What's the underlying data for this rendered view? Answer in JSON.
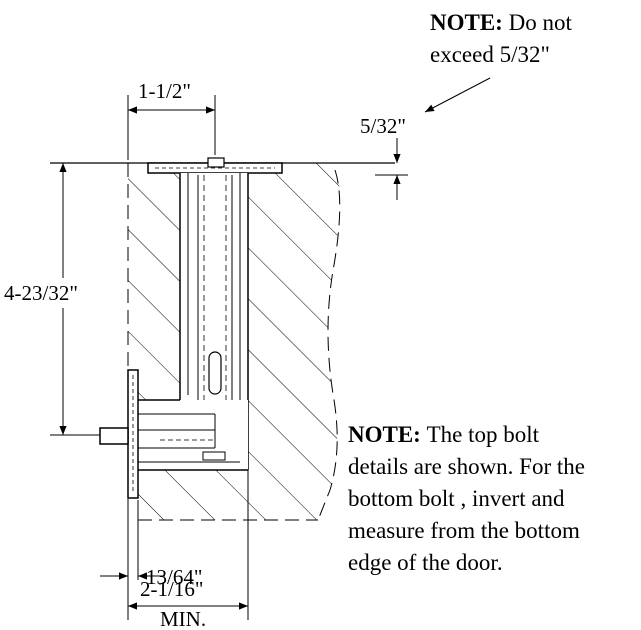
{
  "note_top": {
    "heading": "NOTE:",
    "line1_rest": "Do not",
    "line2": "exceed 5/32\""
  },
  "note_bottom": {
    "heading": "NOTE:",
    "line1_rest": "The top bolt",
    "line2": "details are shown. For the",
    "line3": "bottom bolt , invert and",
    "line4": "measure from the bottom",
    "line5": "edge of the door."
  },
  "dimensions": {
    "width_top": "1-1/2\"",
    "height": "4-23/32\"",
    "gap": "5/32\"",
    "offset": "13/64\"",
    "width_bottom": "2-1/16\"",
    "min_label": "MIN."
  }
}
